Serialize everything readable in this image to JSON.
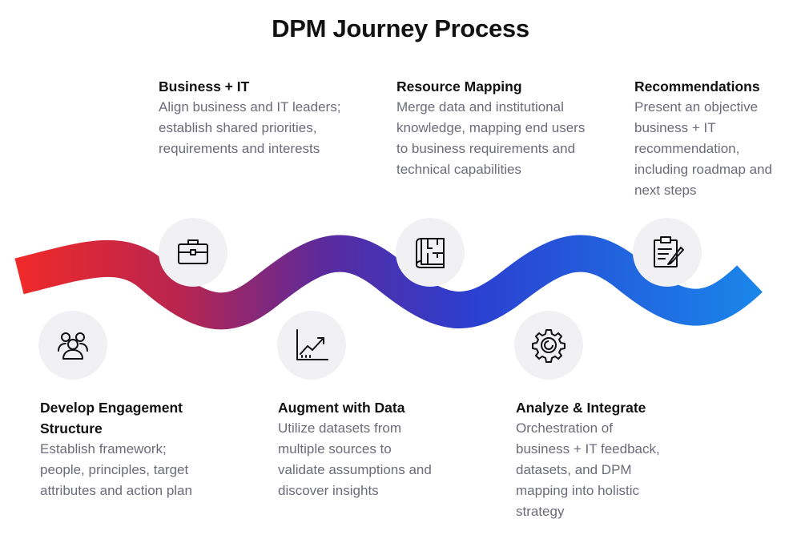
{
  "title": "DPM Journey Process",
  "colors": {
    "wave_start": "#ef2a2a",
    "wave_mid": "#5a2a9e",
    "wave_end": "#1a84ea",
    "circle_bg": "#f1f1f4"
  },
  "steps": [
    {
      "title": "Develop Engagement Structure",
      "desc": "Establish framework; people, principles, target attributes and action plan",
      "icon": "people-group-icon"
    },
    {
      "title": "Business + IT",
      "desc": "Align business and IT leaders; establish shared priorities, requirements and interests",
      "icon": "briefcase-icon"
    },
    {
      "title": "Augment with Data",
      "desc": "Utilize datasets from multiple sources to validate assumptions and discover insights",
      "icon": "trend-chart-icon"
    },
    {
      "title": "Resource Mapping",
      "desc": "Merge data and institutional knowledge, mapping end users to business requirements and technical capabilities",
      "icon": "blueprint-icon"
    },
    {
      "title": "Analyze & Integrate",
      "desc": "Orchestration of business + IT feedback, datasets, and DPM mapping into holistic strategy",
      "icon": "gear-icon"
    },
    {
      "title": "Recommendations",
      "desc": "Present an objective business + IT recommendation, including roadmap and next steps",
      "icon": "clipboard-icon"
    }
  ]
}
